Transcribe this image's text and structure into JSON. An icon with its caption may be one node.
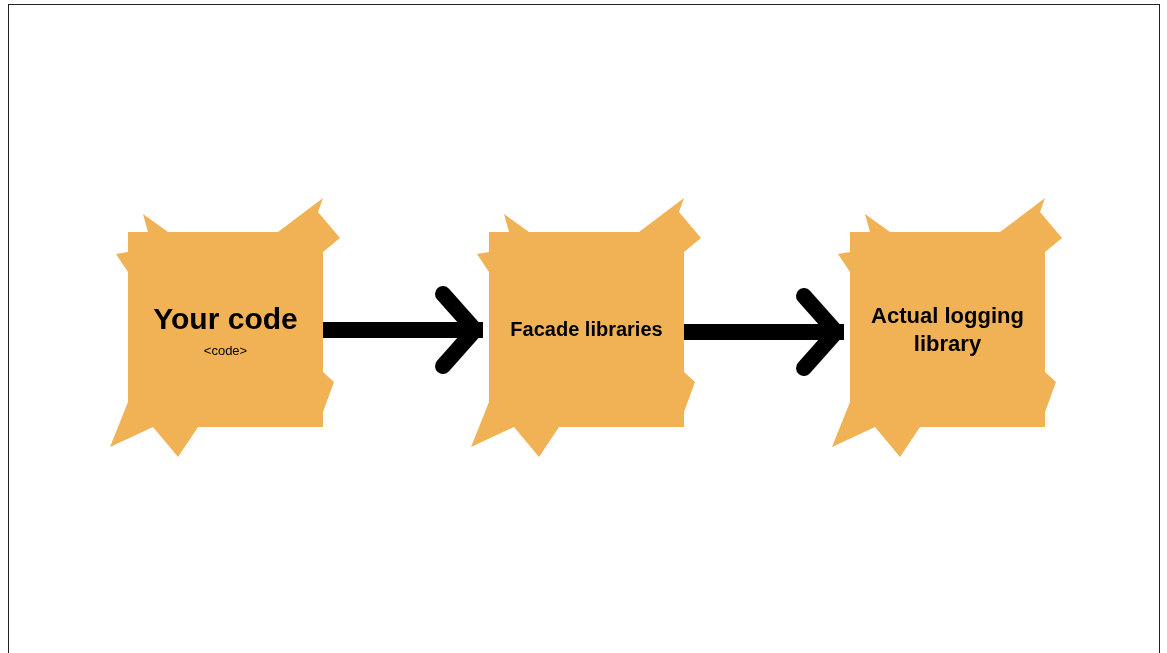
{
  "diagram": {
    "nodes": [
      {
        "text": [
          "Your code",
          "<code>"
        ]
      },
      {
        "text": [
          "Facade libraries"
        ]
      },
      {
        "text": [
          "Actual logging library"
        ]
      }
    ],
    "edges": [
      {
        "from": 0,
        "to": 1,
        "arrow": "to"
      },
      {
        "from": 1,
        "to": 2,
        "arrow": "to"
      }
    ]
  }
}
